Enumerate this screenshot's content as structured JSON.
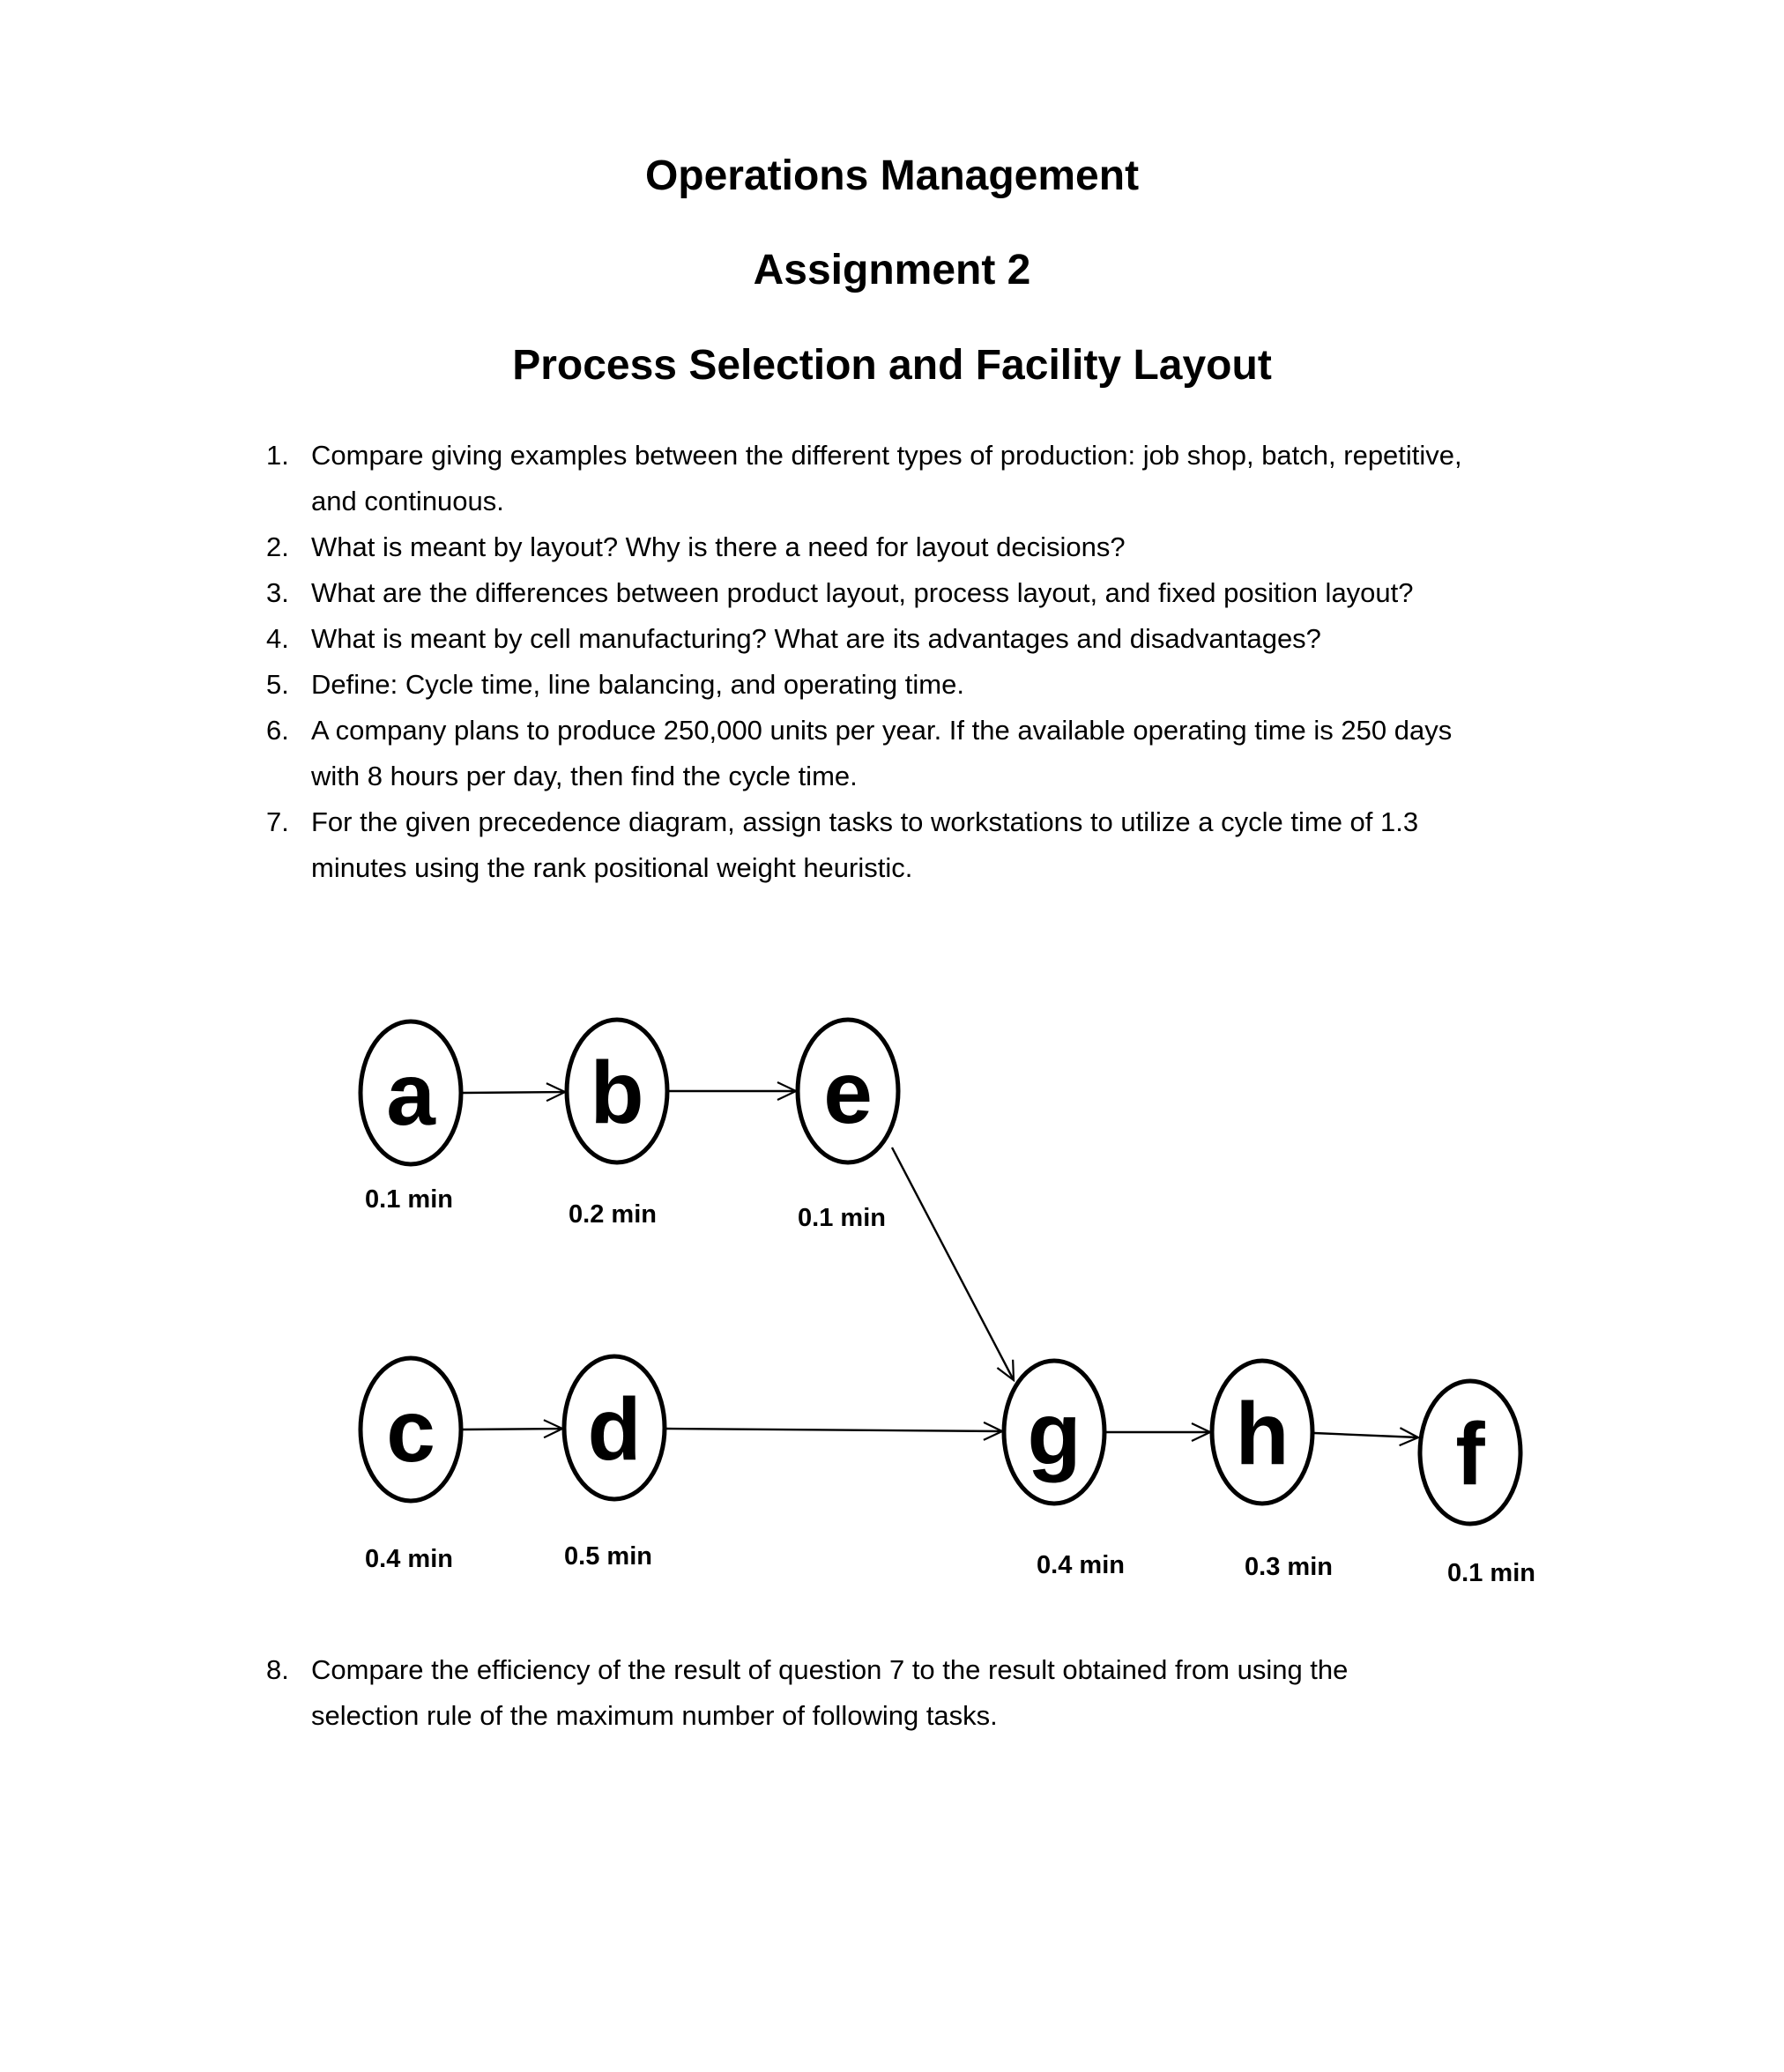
{
  "document": {
    "title": "Operations Management",
    "subtitle": "Assignment 2",
    "section_heading": "Process Selection and Facility Layout"
  },
  "questions": [
    {
      "number": "1.",
      "lines": [
        "Compare giving examples between the different types of production: job shop, batch, repetitive,",
        "and continuous."
      ]
    },
    {
      "number": "2.",
      "lines": [
        "What is meant by layout? Why is there a need for layout decisions?"
      ]
    },
    {
      "number": "3.",
      "lines": [
        "What are the differences between product layout, process layout, and fixed position layout?"
      ]
    },
    {
      "number": "4.",
      "lines": [
        "What is meant by cell manufacturing? What are its advantages and disadvantages?"
      ]
    },
    {
      "number": "5.",
      "lines": [
        "Define: Cycle time, line balancing, and operating time."
      ]
    },
    {
      "number": "6.",
      "lines": [
        "A company plans to produce 250,000 units per year. If the available operating time is 250 days",
        "with 8 hours per day, then find the cycle time."
      ]
    },
    {
      "number": "7.",
      "lines": [
        "For the given precedence diagram, assign tasks to workstations to utilize a cycle time of 1.3",
        "minutes using the rank positional weight heuristic."
      ]
    },
    {
      "number": "8.",
      "lines": [
        "Compare the efficiency of the result of question 7 to the result obtained from using the",
        "selection rule of the maximum number of following tasks."
      ]
    }
  ],
  "diagram": {
    "type": "precedence-diagram",
    "nodes": [
      {
        "id": "a",
        "letter": "a",
        "time": "0.1 min"
      },
      {
        "id": "b",
        "letter": "b",
        "time": "0.2 min"
      },
      {
        "id": "e",
        "letter": "e",
        "time": "0.1 min"
      },
      {
        "id": "c",
        "letter": "c",
        "time": "0.4 min"
      },
      {
        "id": "d",
        "letter": "d",
        "time": "0.5 min"
      },
      {
        "id": "g",
        "letter": "g",
        "time": "0.4 min"
      },
      {
        "id": "h",
        "letter": "h",
        "time": "0.3 min"
      },
      {
        "id": "f",
        "letter": "f",
        "time": "0.1 min"
      }
    ],
    "edges": [
      "a → b",
      "b → e",
      "e → g",
      "c → d",
      "d → g",
      "g → h",
      "h → f"
    ]
  }
}
